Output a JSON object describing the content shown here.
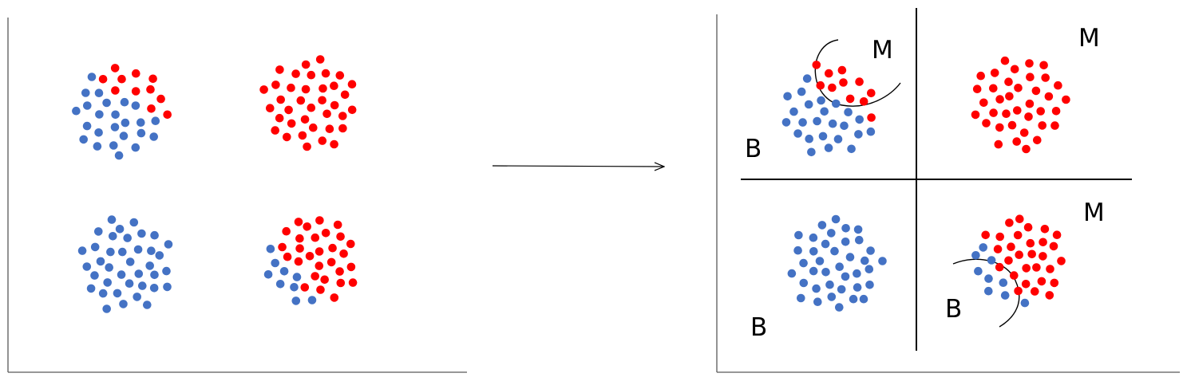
{
  "colors": {
    "blue": "#4472C4",
    "red": "#FF0000",
    "line": "#000000"
  },
  "labels": {
    "m_top_left": "M",
    "m_top_right": "M",
    "m_bottom_right": "M",
    "b_top_left": "B",
    "b_bottom_left": "B",
    "b_bottom_right": "B"
  },
  "clusters": [
    {
      "id": "left-top-left",
      "composition": "mixed",
      "blue_dots": 24,
      "red_dots": 11
    },
    {
      "id": "left-top-right",
      "composition": "red",
      "red_dots": 37
    },
    {
      "id": "left-bottom-left",
      "composition": "blue",
      "blue_dots": 38
    },
    {
      "id": "left-bottom-right",
      "composition": "mixed",
      "blue_dots": 9,
      "red_dots": 29
    },
    {
      "id": "right-top-left",
      "composition": "mixed",
      "blue_dots": 24,
      "red_dots": 11
    },
    {
      "id": "right-top-right",
      "composition": "red",
      "red_dots": 37
    },
    {
      "id": "right-bottom-left",
      "composition": "blue",
      "blue_dots": 38
    },
    {
      "id": "right-bottom-right",
      "composition": "mixed",
      "blue_dots": 9,
      "red_dots": 29
    }
  ]
}
